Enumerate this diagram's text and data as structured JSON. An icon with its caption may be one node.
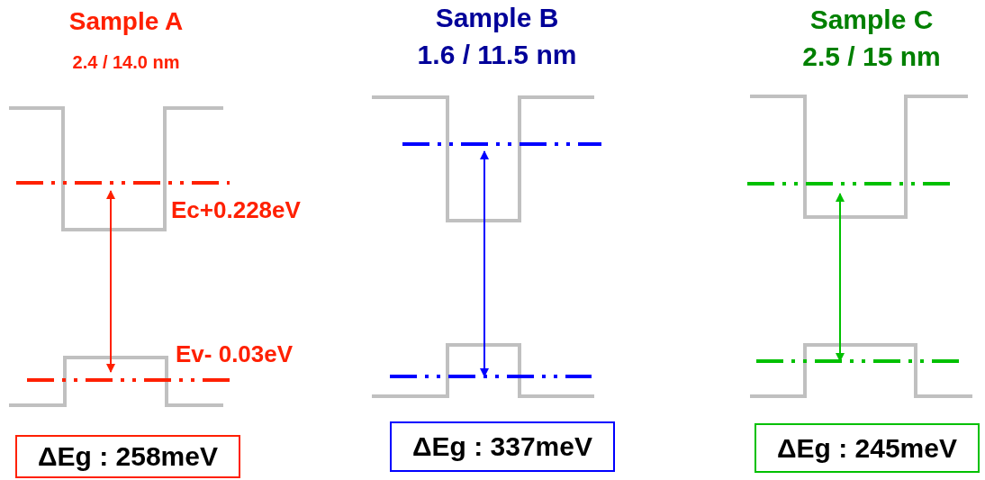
{
  "diagram": {
    "nodes": [
      {
        "text": [
          "ΔEg : 258meV"
        ]
      },
      {
        "text": [
          "ΔEg : 337meV"
        ]
      },
      {
        "text": [
          "ΔEg : 245meV"
        ]
      }
    ],
    "labels": [
      "Sample A",
      "2.4 / 14.0 nm",
      "Sample B",
      "1.6 / 11.5 nm",
      "Sample C",
      "2.5 / 15 nm",
      "Ec+0.228eV",
      "Ev- 0.03eV"
    ]
  }
}
